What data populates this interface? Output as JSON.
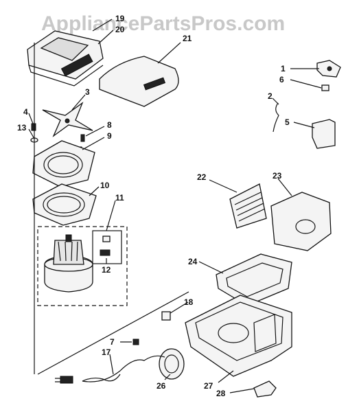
{
  "watermark": "AppliancePartsPros.com",
  "callouts": {
    "c1": "1",
    "c2": "2",
    "c3": "3",
    "c4": "4",
    "c5": "5",
    "c6": "6",
    "c7": "7",
    "c8": "8",
    "c9": "9",
    "c10": "10",
    "c11": "11",
    "c12": "12",
    "c13": "13",
    "c17": "17",
    "c18": "18",
    "c19": "19",
    "c20": "20",
    "c21": "21",
    "c22": "22",
    "c23": "23",
    "c24": "24",
    "c26": "26",
    "c27": "27",
    "c28": "28"
  }
}
